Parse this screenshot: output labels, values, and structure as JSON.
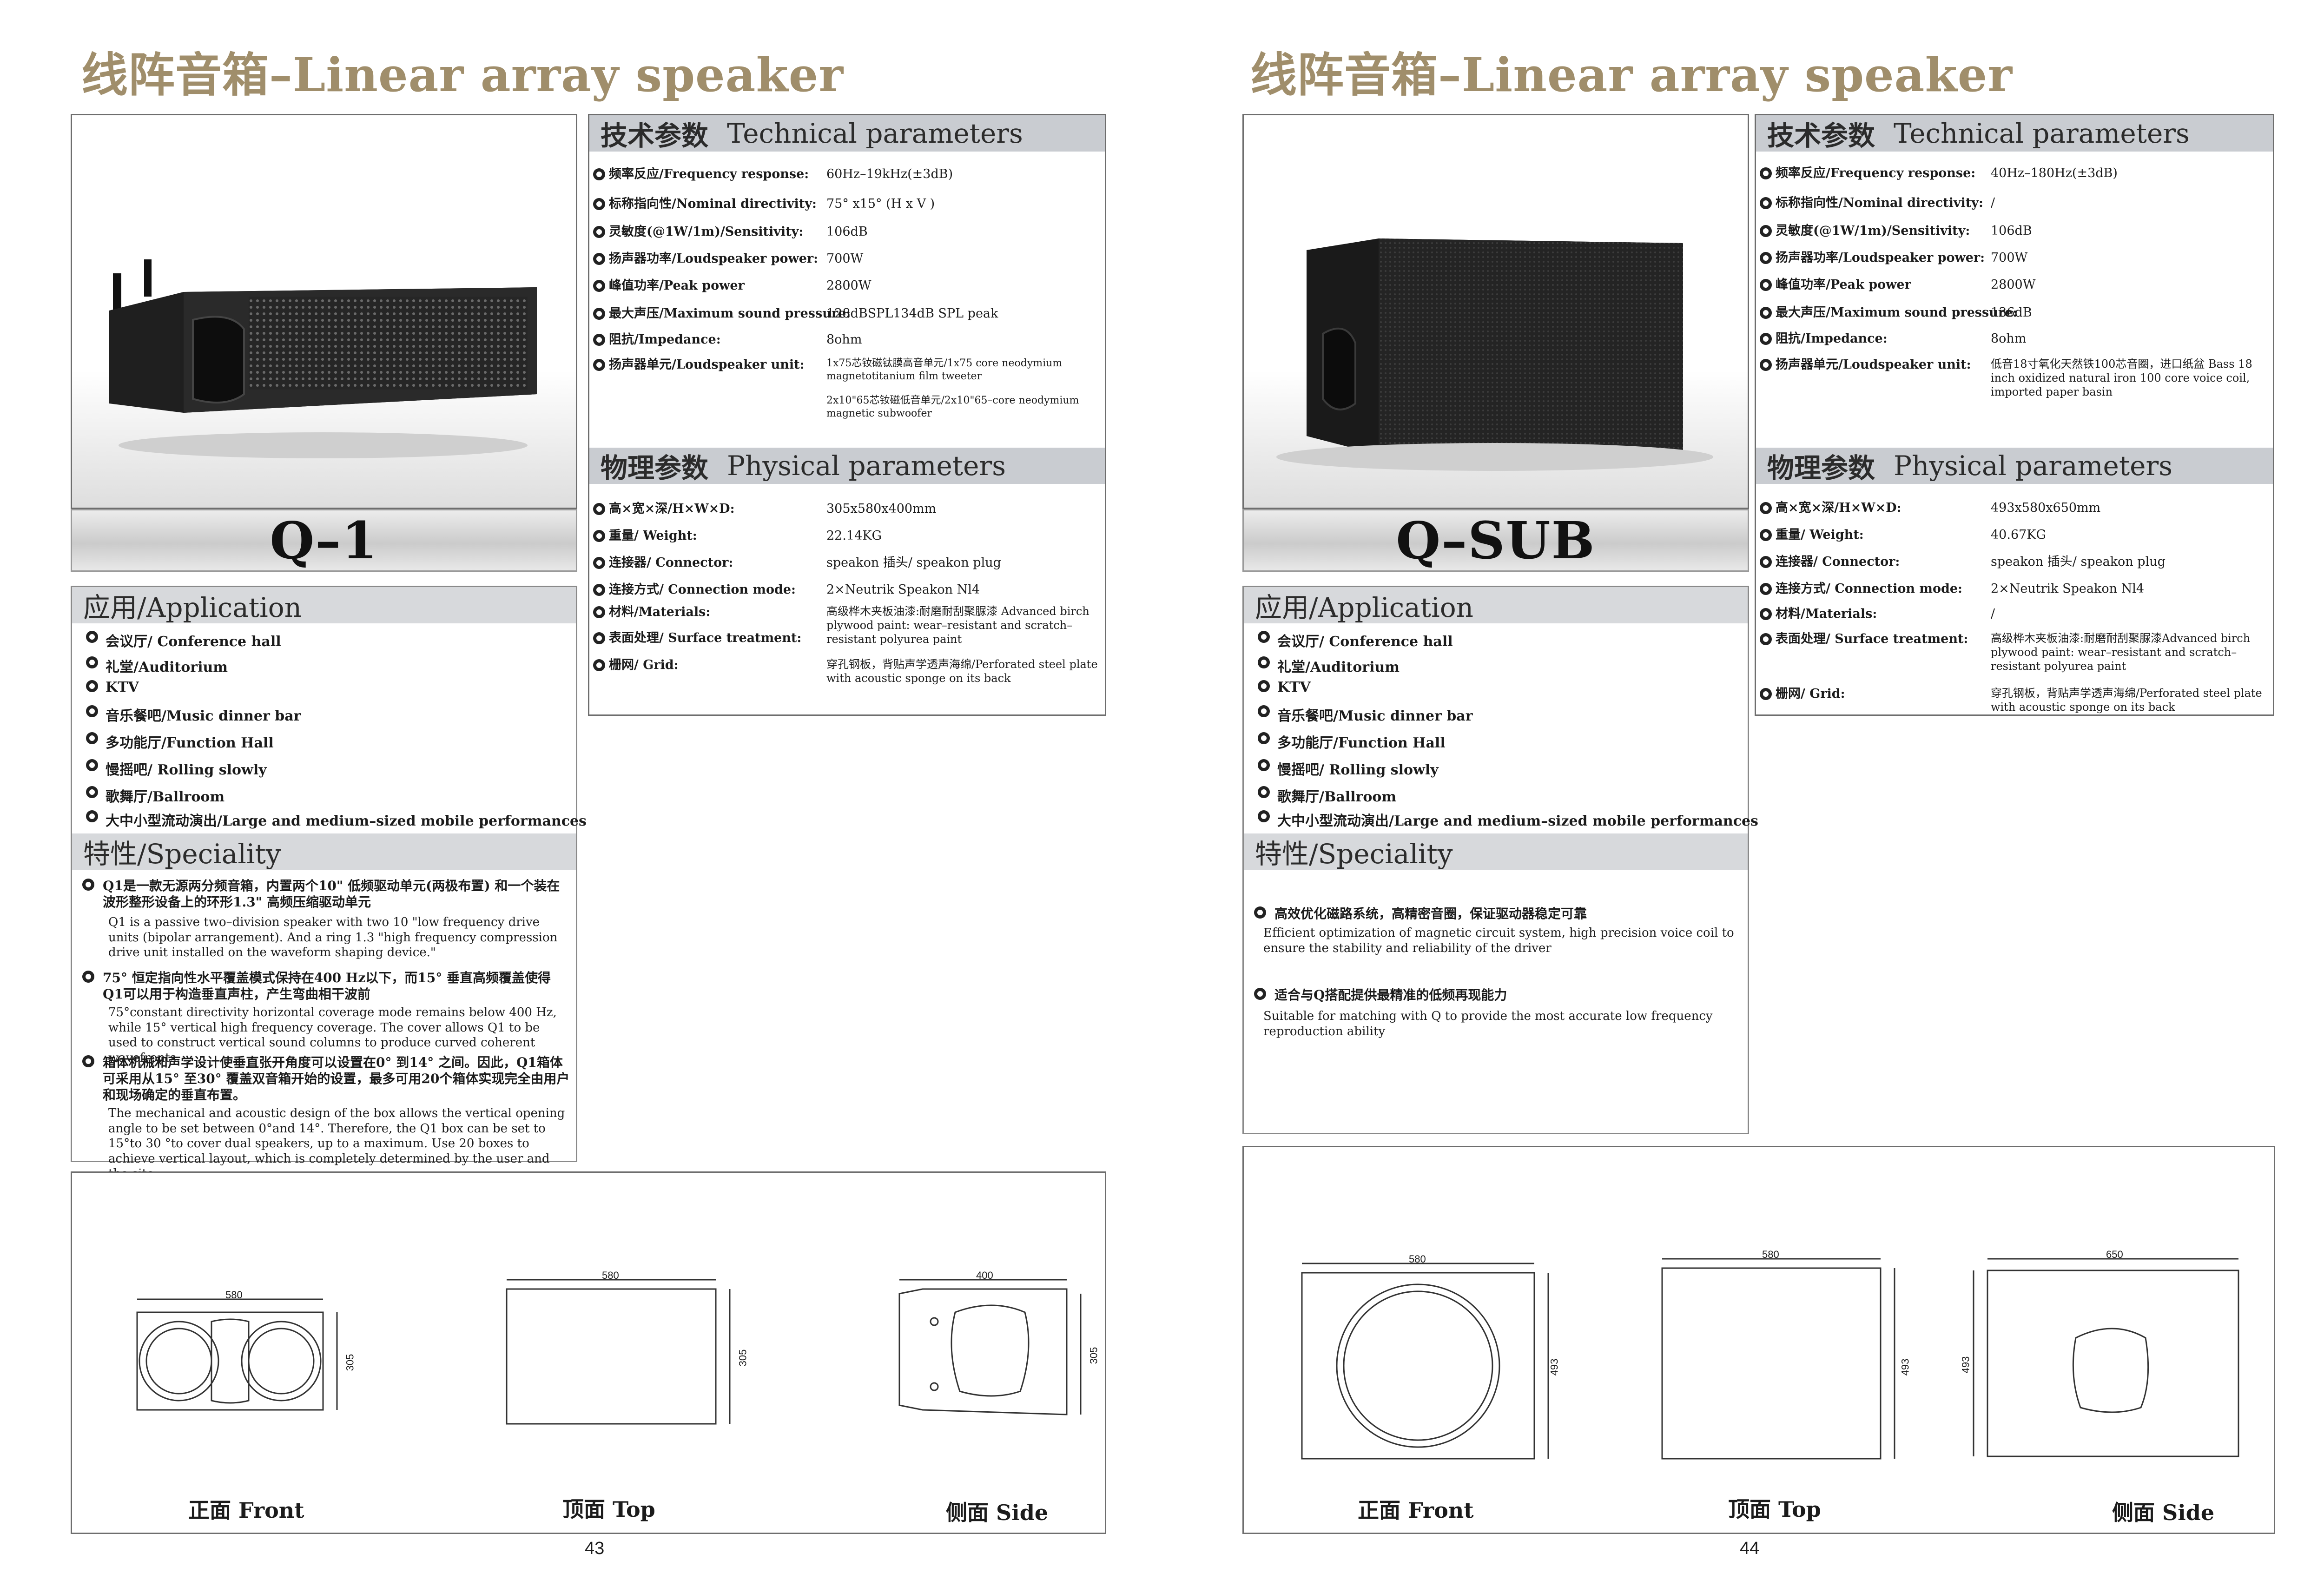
{
  "left": {
    "title": "线阵音箱–Linear array speaker",
    "model": "Q–1",
    "tech_head": {
      "cn": "技术参数",
      "en": "Technical parameters"
    },
    "tech": [
      {
        "label": "频率反应/Frequency response:",
        "value": "60Hz–19kHz(±3dB)"
      },
      {
        "label": "标称指向性/Nominal directivity:",
        "value": "75° x15° (H x V )"
      },
      {
        "label": "灵敏度(@1W/1m)/Sensitivity:",
        "value": "106dB"
      },
      {
        "label": "扬声器功率/Loudspeaker power:",
        "value": "700W"
      },
      {
        "label": "峰值功率/Peak power",
        "value": "2800W"
      },
      {
        "label": "最大声压/Maximum sound pressure:",
        "value": "128dBSPL134dB SPL peak"
      },
      {
        "label": "阻抗/Impedance:",
        "value": "8ohm"
      },
      {
        "label": "扬声器单元/Loudspeaker unit:",
        "value": "1x75芯钕磁钛膜高音单元/1x75 core neodymium magnetotitanium film tweeter",
        "value2": "2x10\"65芯钕磁低音单元/2x10\"65–core neodymium magnetic subwoofer"
      }
    ],
    "phys_head": {
      "cn": "物理参数",
      "en": "Physical parameters"
    },
    "phys": [
      {
        "label": "高×宽×深/H×W×D:",
        "value": "305x580x400mm"
      },
      {
        "label": "重量/ Weight:",
        "value": "22.14KG"
      },
      {
        "label": "连接器/ Connector:",
        "value": "speakon 插头/ speakon plug"
      },
      {
        "label": "连接方式/ Connection mode:",
        "value": "2×Neutrik Speakon Nl4"
      },
      {
        "label": "材料/Materials:",
        "value": "高级桦木夹板油漆:耐磨耐刮聚脲漆 Advanced birch plywood paint: wear–resistant and scratch–resistant polyurea paint"
      },
      {
        "label": "表面处理/ Surface treatment:",
        "value": ""
      },
      {
        "label": "栅网/ Grid:",
        "value": "穿孔钢板，背贴声学透声海绵/Perforated steel plate with acoustic sponge on its back"
      }
    ],
    "app_head": "应用/Application",
    "apps": [
      "会议厅/ Conference hall",
      "礼堂/Auditorium",
      "KTV",
      "音乐餐吧/Music dinner bar",
      "多功能厅/Function Hall",
      "慢摇吧/ Rolling slowly",
      "歌舞厅/Ballroom",
      "大中小型流动演出/Large and medium–sized mobile performances"
    ],
    "spec_head": "特性/Speciality",
    "specs": [
      {
        "cn": "Q1是一款无源两分频音箱，内置两个10\" 低频驱动单元(两极布置) 和一个装在波形整形设备上的环形1.3\" 高频压缩驱动单元",
        "en": "Q1 is a passive two–division speaker with two 10 \"low frequency drive units (bipolar arrangement). And a ring 1.3 \"high frequency compression drive unit installed on the waveform shaping device.\""
      },
      {
        "cn": "75° 恒定指向性水平覆盖模式保持在400 Hz以下，而15° 垂直高频覆盖使得Q1可以用于构造垂直声柱，产生弯曲相干波前",
        "en": "75°constant directivity horizontal coverage mode remains below 400 Hz, while 15° vertical high frequency coverage. The cover allows Q1 to be used to construct vertical sound columns to produce curved coherent wavefronts."
      },
      {
        "cn": "箱体机械和声学设计使垂直张开角度可以设置在0° 到14° 之间。因此，Q1箱体可采用从15° 至30° 覆盖双音箱开始的设置，最多可用20个箱体实现完全由用户和现场确定的垂直布置。",
        "en": "The mechanical and acoustic design of the box allows the vertical opening angle to be set between 0°and 14°. Therefore, the Q1 box can be set to 15°to 30 °to cover dual speakers, up to a maximum. Use 20 boxes to achieve vertical layout, which is completely determined by the user and the site."
      }
    ],
    "views": {
      "front": "正面 Front",
      "top": "顶面 Top",
      "side": "侧面 Side"
    },
    "dims": {
      "front_w": "580",
      "front_h": "305",
      "top_w": "580",
      "top_h": "305",
      "side_w": "400",
      "side_h": "305"
    },
    "page": "43"
  },
  "right": {
    "title": "线阵音箱–Linear array speaker",
    "model": "Q–SUB",
    "tech_head": {
      "cn": "技术参数",
      "en": "Technical parameters"
    },
    "tech": [
      {
        "label": "频率反应/Frequency response:",
        "value": "40Hz–180Hz(±3dB)"
      },
      {
        "label": "标称指向性/Nominal directivity:",
        "value": "/"
      },
      {
        "label": "灵敏度(@1W/1m)/Sensitivity:",
        "value": "106dB"
      },
      {
        "label": "扬声器功率/Loudspeaker power:",
        "value": "700W"
      },
      {
        "label": "峰值功率/Peak power",
        "value": "2800W"
      },
      {
        "label": "最大声压/Maximum sound pressure:",
        "value": "136dB"
      },
      {
        "label": "阻抗/Impedance:",
        "value": "8ohm"
      },
      {
        "label": "扬声器单元/Loudspeaker unit:",
        "value": "低音18寸氧化天然铁100芯音圈，进口纸盆 Bass 18 inch oxidized natural iron 100 core voice coil, imported paper basin",
        "value2": ""
      }
    ],
    "phys_head": {
      "cn": "物理参数",
      "en": "Physical parameters"
    },
    "phys": [
      {
        "label": "高×宽×深/H×W×D:",
        "value": "493x580x650mm"
      },
      {
        "label": "重量/ Weight:",
        "value": "40.67KG"
      },
      {
        "label": "连接器/ Connector:",
        "value": "speakon 插头/ speakon plug"
      },
      {
        "label": "连接方式/ Connection mode:",
        "value": "2×Neutrik Speakon Nl4"
      },
      {
        "label": "材料/Materials:",
        "value": "/"
      },
      {
        "label": "表面处理/ Surface treatment:",
        "value": "高级桦木夹板油漆:耐磨耐刮聚脲漆Advanced birch plywood paint: wear–resistant and scratch–resistant polyurea paint"
      },
      {
        "label": "栅网/ Grid:",
        "value": "穿孔钢板，背贴声学透声海绵/Perforated steel plate with acoustic sponge on its back"
      }
    ],
    "app_head": "应用/Application",
    "apps": [
      "会议厅/ Conference hall",
      "礼堂/Auditorium",
      "KTV",
      "音乐餐吧/Music dinner bar",
      "多功能厅/Function Hall",
      "慢摇吧/ Rolling slowly",
      "歌舞厅/Ballroom",
      "大中小型流动演出/Large and medium–sized mobile performances"
    ],
    "spec_head": "特性/Speciality",
    "specs": [
      {
        "cn": "高效优化磁路系统，高精密音圈，保证驱动器稳定可靠",
        "en": "Efficient optimization of magnetic circuit system, high precision voice coil to ensure the stability and reliability of the driver"
      },
      {
        "cn": "适合与Q搭配提供最精准的低频再现能力",
        "en": "Suitable for matching with Q to provide the most accurate low frequency reproduction ability"
      }
    ],
    "views": {
      "front": "正面 Front",
      "top": "顶面 Top",
      "side": "侧面 Side"
    },
    "dims": {
      "front_w": "580",
      "front_h": "493",
      "top_w": "580",
      "top_h": "493",
      "side_w": "650",
      "side_h": "493"
    },
    "page": "44"
  }
}
